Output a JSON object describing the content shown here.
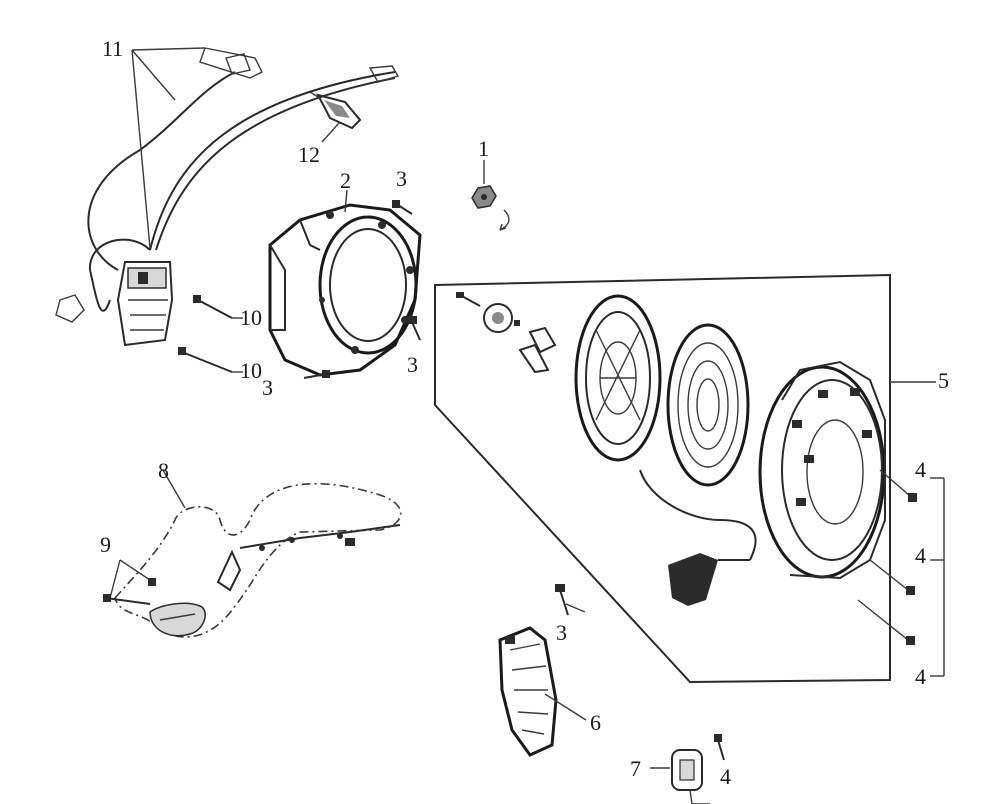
{
  "labels": {
    "p1": "1",
    "p2": "2",
    "p3a": "3",
    "p3b": "3",
    "p3c": "3",
    "p3d": "3",
    "p4a": "4",
    "p4b": "4",
    "p4c": "4",
    "p4d": "4",
    "p5": "5",
    "p6": "6",
    "p7": "7",
    "p8": "8",
    "p9": "9",
    "p10a": "10",
    "p10b": "10",
    "p11": "11",
    "p12": "12"
  }
}
